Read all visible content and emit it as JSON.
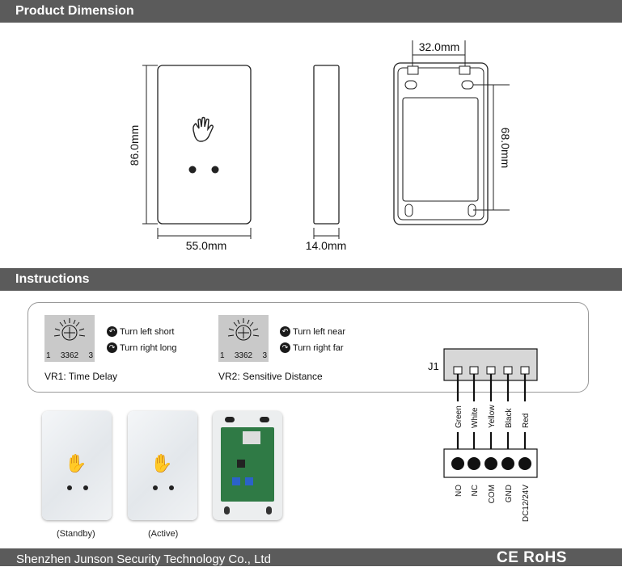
{
  "sections": {
    "dimension_title": "Product Dimension",
    "instructions_title": "Instructions"
  },
  "dimensions": {
    "height": "86.0mm",
    "width": "55.0mm",
    "depth": "14.0mm",
    "hole_spacing_h": "32.0mm",
    "hole_spacing_v": "68.0mm"
  },
  "vr1": {
    "code": "3362",
    "left_num": "1",
    "right_num": "3",
    "turn_left": "Turn left short",
    "turn_right": "Turn right long",
    "caption": "VR1: Time Delay"
  },
  "vr2": {
    "code": "3362",
    "left_num": "1",
    "right_num": "3",
    "turn_left": "Turn left near",
    "turn_right": "Turn right far",
    "caption": "VR2: Sensitive Distance"
  },
  "wiring": {
    "connector": "J1",
    "wires": [
      "Green",
      "White",
      "Yellow",
      "Black",
      "Red"
    ],
    "terminals": [
      "NO",
      "NC",
      "COM",
      "GND",
      "DC12/24V"
    ]
  },
  "photos": {
    "standby": "(Standby)",
    "active": "(Active)",
    "standby_color": "#2f7fd6",
    "active_color": "#4caf50"
  },
  "footer": {
    "company": "Shenzhen Junson Security Technology Co., Ltd",
    "certs": "CE RoHS"
  }
}
